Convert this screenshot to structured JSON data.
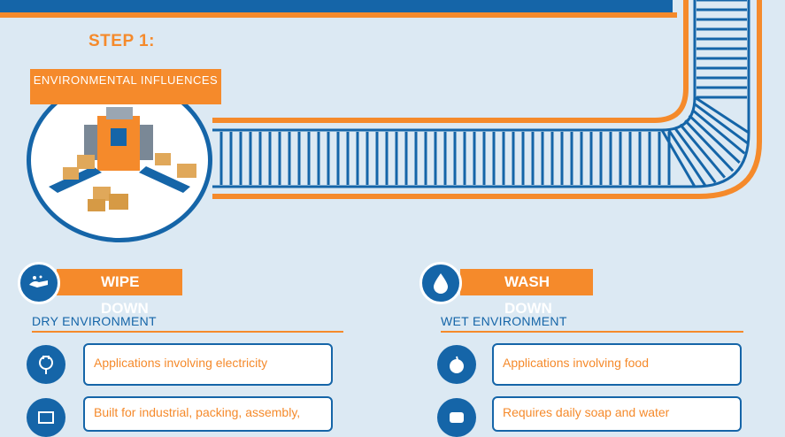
{
  "step": {
    "title": "STEP 1:",
    "banner": "ENVIRONMENTAL INFLUENCES"
  },
  "sections": [
    {
      "title": "WIPE DOWN",
      "subtitle": "DRY ENVIRONMENT",
      "items": [
        "Applications involving electricity",
        "Built for industrial, packing, assembly,"
      ]
    },
    {
      "title": "WASH DOWN",
      "subtitle": "WET ENVIRONMENT",
      "items": [
        "Applications involving food",
        "Requires daily soap and water"
      ]
    }
  ],
  "colors": {
    "blue": "#1565a8",
    "orange": "#f58a2b",
    "background": "#dce9f3"
  }
}
